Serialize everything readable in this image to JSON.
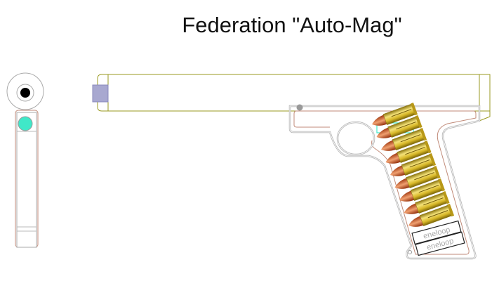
{
  "title": "Federation \"Auto-Mag\"",
  "battery_labels": [
    "eneloop",
    "eneloop"
  ],
  "cartridge_count": 9,
  "colors": {
    "barrel": "#9a9a20",
    "frame": "#b8b8b8",
    "liner": "#c08a78",
    "thread": "#a0a0cc",
    "teal": "#40e8c8",
    "brass": "#d8c030",
    "bullet": "#c85a20"
  }
}
